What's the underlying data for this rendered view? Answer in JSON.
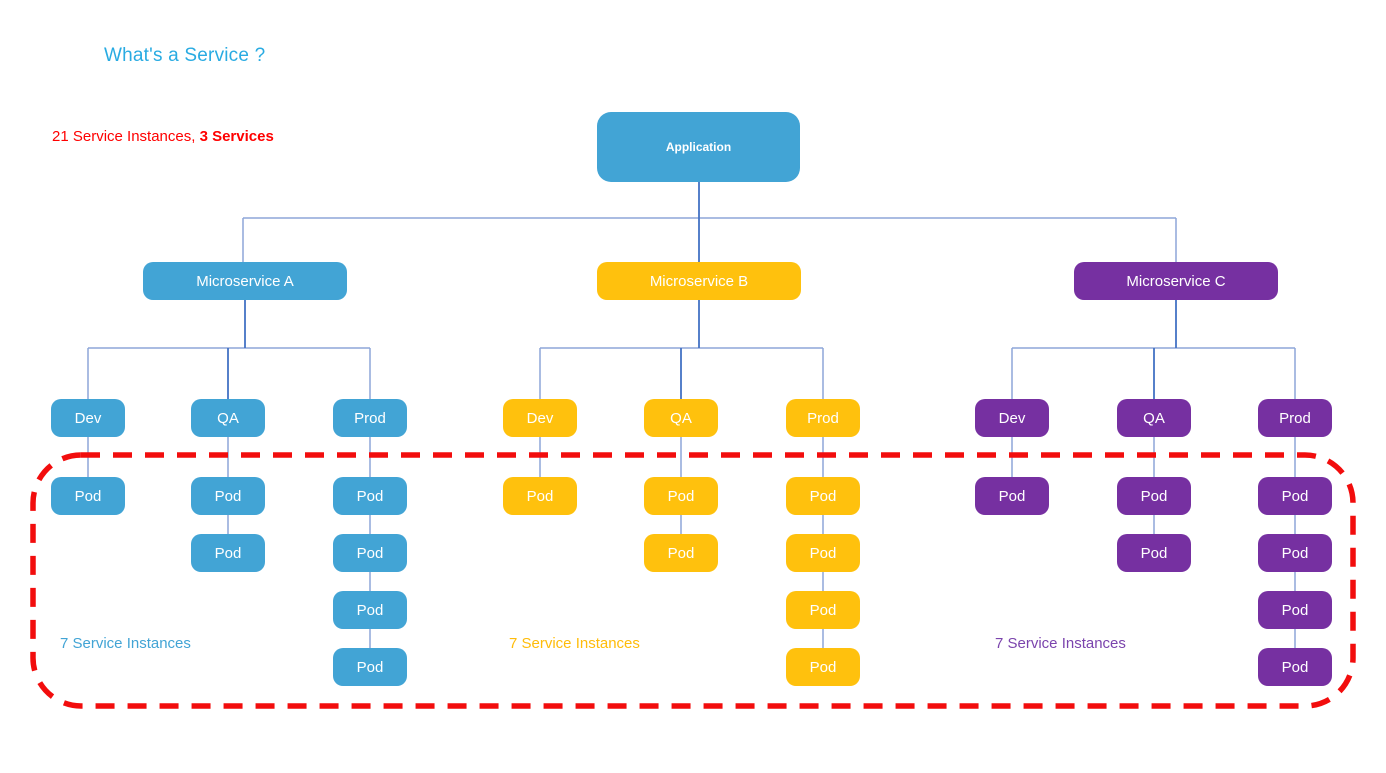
{
  "title": "What's a Service ?",
  "subtitle": {
    "prefix": "21 Service Instances, ",
    "bold": "3 Services"
  },
  "labels": {
    "application": "Application",
    "pod": "Pod",
    "instances": "7 Service Instances"
  },
  "colors": {
    "title_text": "#29ABE2",
    "summary_text": "#FF0000",
    "blue": "#42A4D5",
    "yellow": "#FFC10D",
    "purple": "#7630A1",
    "connector_light": "#8DA6D9",
    "connector_dark": "#4472C4",
    "red_dashed_border": "#F20D0D",
    "node_text": "#FFFFFF"
  },
  "services": [
    {
      "name": "Microservice A",
      "color": "#42A4D5",
      "label_color": "#42A4D5",
      "instances_label": "7 Service Instances",
      "environments": [
        {
          "name": "Dev",
          "pods": 1
        },
        {
          "name": "QA",
          "pods": 2
        },
        {
          "name": "Prod",
          "pods": 4
        }
      ]
    },
    {
      "name": "Microservice B",
      "color": "#FFC10D",
      "label_color": "#FFBC0A",
      "instances_label": "7 Service Instances",
      "environments": [
        {
          "name": "Dev",
          "pods": 1
        },
        {
          "name": "QA",
          "pods": 2
        },
        {
          "name": "Prod",
          "pods": 4
        }
      ]
    },
    {
      "name": "Microservice C",
      "color": "#7630A1",
      "label_color": "#7B44AD",
      "instances_label": "7 Service Instances",
      "environments": [
        {
          "name": "Dev",
          "pods": 1
        },
        {
          "name": "QA",
          "pods": 2
        },
        {
          "name": "Prod",
          "pods": 4
        }
      ]
    }
  ],
  "root": {
    "name": "Application",
    "color": "#42A4D5"
  }
}
